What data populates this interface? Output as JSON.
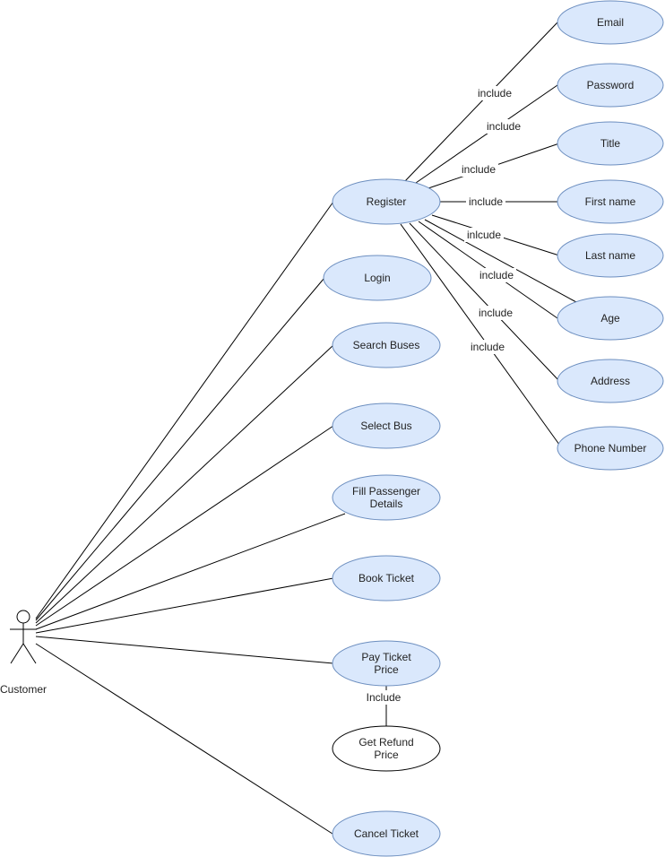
{
  "actor": {
    "name": "Customer"
  },
  "colors": {
    "usecase_fill": "#dae8fc",
    "usecase_stroke": "#6c8ebf",
    "plain_fill": "#ffffff",
    "line": "#000000"
  },
  "register": {
    "label": "Register",
    "attributes": [
      {
        "label": "Email",
        "relation": "include"
      },
      {
        "label": "Password",
        "relation": "include"
      },
      {
        "label": "Title",
        "relation": "include"
      },
      {
        "label": "First name",
        "relation": "include"
      },
      {
        "label": "Last name",
        "relation": "inlcude"
      },
      {
        "label": "Age",
        "relation": "include"
      },
      {
        "label": "Address",
        "relation": "include"
      },
      {
        "label": "Phone Number",
        "relation": "include"
      }
    ]
  },
  "use_cases": {
    "login": "Login",
    "search_buses": "Search Buses",
    "select_bus": "Select Bus",
    "fill_passenger_details": [
      "Fill Passenger",
      "Details"
    ],
    "book_ticket": "Book Ticket",
    "pay_ticket_price": [
      "Pay Ticket",
      "Price"
    ],
    "cancel_ticket": "Cancel Ticket"
  },
  "refund": {
    "label": [
      "Get Refund",
      "Price"
    ],
    "relation": "Include"
  }
}
